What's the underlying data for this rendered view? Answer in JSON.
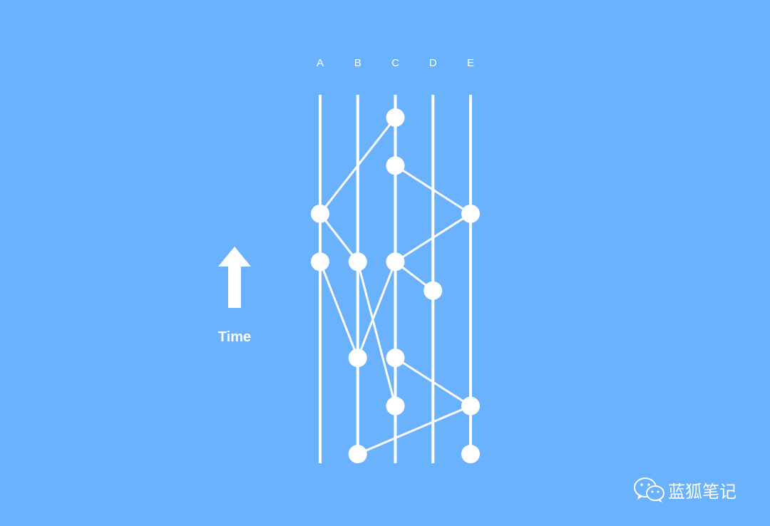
{
  "diagram": {
    "columns": [
      {
        "id": "A",
        "label": "A"
      },
      {
        "id": "B",
        "label": "B"
      },
      {
        "id": "C",
        "label": "C"
      },
      {
        "id": "D",
        "label": "D"
      },
      {
        "id": "E",
        "label": "E"
      }
    ],
    "axis_label": "Time",
    "events": [
      {
        "id": "c8",
        "column": "C",
        "level": 8
      },
      {
        "id": "c7",
        "column": "C",
        "level": 7
      },
      {
        "id": "a6",
        "column": "A",
        "level": 6
      },
      {
        "id": "e6",
        "column": "E",
        "level": 6
      },
      {
        "id": "a5",
        "column": "A",
        "level": 5
      },
      {
        "id": "b5",
        "column": "B",
        "level": 5
      },
      {
        "id": "c5",
        "column": "C",
        "level": 5
      },
      {
        "id": "d4",
        "column": "D",
        "level": 4.4
      },
      {
        "id": "b3",
        "column": "B",
        "level": 3
      },
      {
        "id": "c3",
        "column": "C",
        "level": 3
      },
      {
        "id": "c2",
        "column": "C",
        "level": 2
      },
      {
        "id": "e2",
        "column": "E",
        "level": 2
      },
      {
        "id": "b1",
        "column": "B",
        "level": 1
      },
      {
        "id": "e1",
        "column": "E",
        "level": 1
      }
    ],
    "links": [
      {
        "from": "a6",
        "to": "c8"
      },
      {
        "from": "e6",
        "to": "c7"
      },
      {
        "from": "c5",
        "to": "e6"
      },
      {
        "from": "a6",
        "to": "b5"
      },
      {
        "from": "c5",
        "to": "d4"
      },
      {
        "from": "a5",
        "to": "b3"
      },
      {
        "from": "b5",
        "to": "c2"
      },
      {
        "from": "c3",
        "to": "e2"
      },
      {
        "from": "b3",
        "to": "c5"
      },
      {
        "from": "b1",
        "to": "e2"
      }
    ]
  },
  "watermark": {
    "text": "蓝狐笔记",
    "icon": "wechat-icon"
  },
  "colors": {
    "background": "#6ab2fd",
    "foreground": "#ffffff"
  }
}
